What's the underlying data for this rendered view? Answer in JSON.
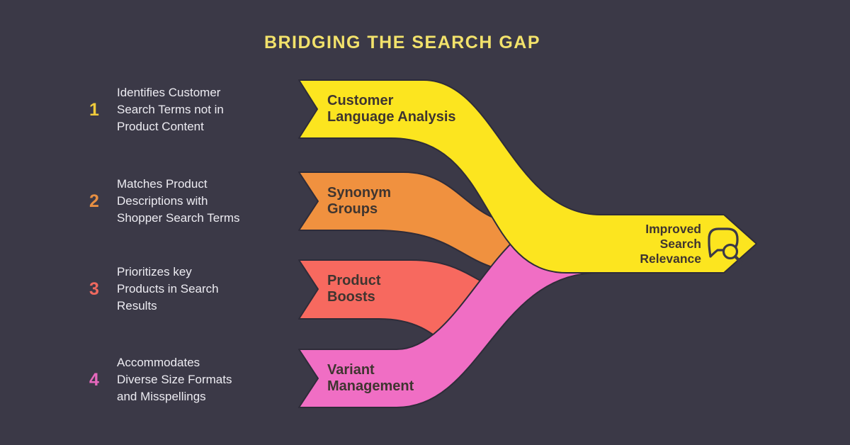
{
  "title": "BRIDGING THE SEARCH GAP",
  "colors": {
    "background": "#3B3947",
    "title": "#F2E26B",
    "outline": "#2E2C39",
    "ribbon_text": "#3F3530",
    "body_text": "#EDECF2"
  },
  "steps": [
    {
      "number": "1",
      "color": "#F0CB3B",
      "description": "Identifies Customer\nSearch Terms not in\nProduct Content"
    },
    {
      "number": "2",
      "color": "#E78F42",
      "description": "Matches Product\nDescriptions with\nShopper Search Terms"
    },
    {
      "number": "3",
      "color": "#F0695F",
      "description": "Prioritizes key\nProducts in Search\nResults"
    },
    {
      "number": "4",
      "color": "#E668BD",
      "description": "Accommodates\nDiverse Size Formats\nand Misspellings"
    }
  ],
  "ribbons": [
    {
      "label": "Customer\nLanguage Analysis",
      "color": "#FCE51F"
    },
    {
      "label": "Synonym\nGroups",
      "color": "#F0913F"
    },
    {
      "label": "Product\nBoosts",
      "color": "#F7695F"
    },
    {
      "label": "Variant\nManagement",
      "color": "#F06EC4"
    }
  ],
  "outcome": {
    "label": "Improved\nSearch\nRelevance",
    "icon": "speech-bubble-search-icon"
  }
}
